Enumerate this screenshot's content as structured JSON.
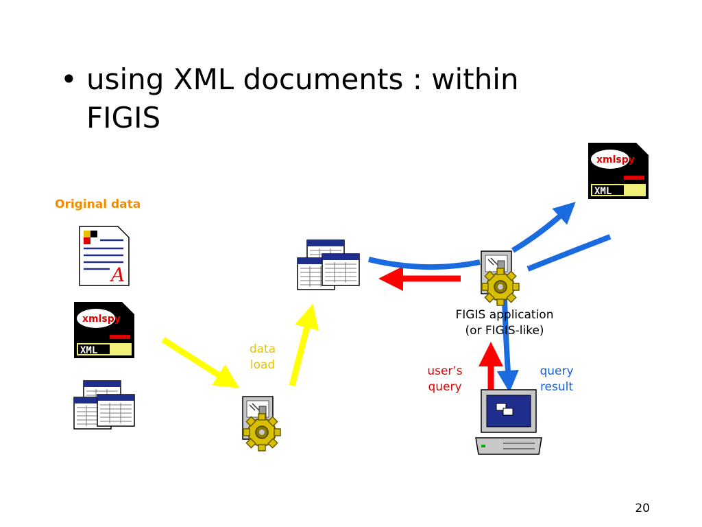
{
  "slide": {
    "bullet": "•",
    "title": "using XML documents : within FIGIS",
    "page_number": "20"
  },
  "labels": {
    "original_data": "Original data",
    "data_load": "data\nload",
    "figis_app_line1": "FIGIS application",
    "figis_app_line2": "(or FIGIS-like)",
    "users_query_line1": "user’s",
    "users_query_line2": "query",
    "query_result_line1": "query",
    "query_result_line2": "result"
  },
  "icons": {
    "xmlspy_logo_text": "xmlspy",
    "xml_text": "XML"
  },
  "colors": {
    "yellow_arrow": "#ffff00",
    "red_arrow": "#ff0000",
    "blue_arrow": "#1a6be0",
    "original_data_label": "#f08c00"
  }
}
